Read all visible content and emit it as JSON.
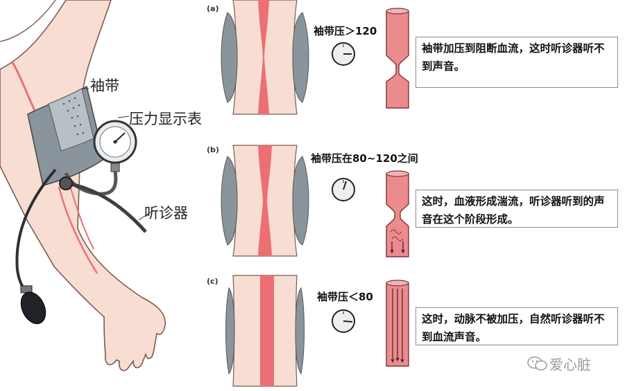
{
  "labels": {
    "cuff": "袖带",
    "gauge": "压力显示表",
    "stethoscope": "听诊器"
  },
  "panels": [
    {
      "letter": "(a)",
      "pressure": "袖带压＞120",
      "note": "袖带加压到阻断血流，这时听诊器听不到声音。"
    },
    {
      "letter": "(b)",
      "pressure": "袖带压在80~120之间",
      "note": "这时，血液形成湍流，听诊器听到的声音在这个阶段形成。"
    },
    {
      "letter": "(c)",
      "pressure": "袖带压＜80",
      "note": "这时，动脉不被加压，自然听诊器听不到血流声音。"
    }
  ],
  "watermark": "爱心脏",
  "colors": {
    "skin": "#f7ddd2",
    "skin_outline": "#7a5a50",
    "artery": "#ec6f73",
    "artery_dark": "#c94a50",
    "cuff": "#8a949c",
    "cuff_light": "#b7c0c6"
  }
}
